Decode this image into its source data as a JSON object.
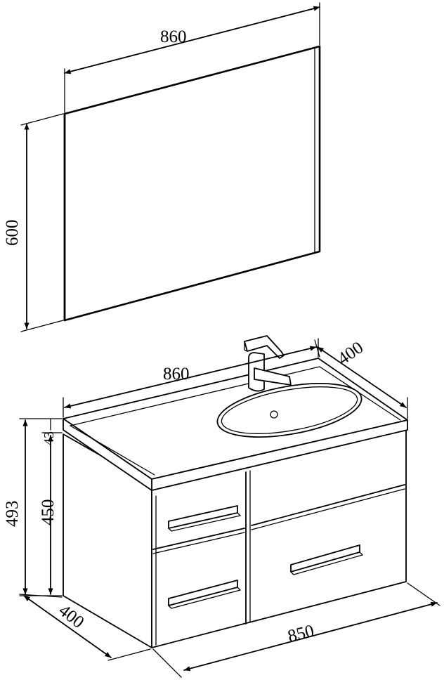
{
  "dimensions": {
    "mirror_width": "860",
    "mirror_height": "600",
    "vanity_top_width": "860",
    "vanity_top_depth": "400",
    "cabinet_total_height": "493",
    "cabinet_height": "450",
    "countertop_thickness": "43",
    "cabinet_depth": "400",
    "cabinet_width": "850"
  }
}
